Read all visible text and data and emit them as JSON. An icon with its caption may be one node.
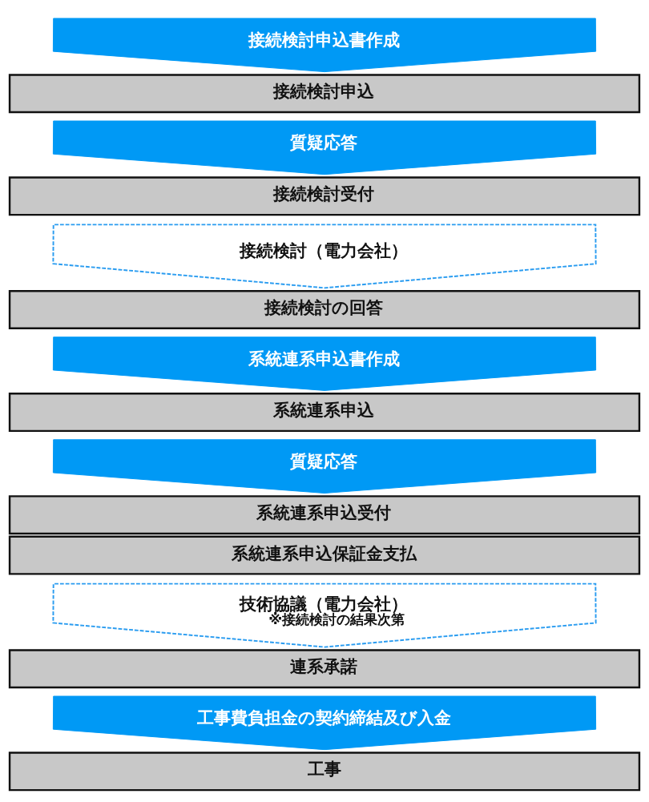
{
  "diagram": {
    "nodes": [
      {
        "text": [
          "接続検討申込書作成"
        ]
      },
      {
        "text": [
          "接続検討申込"
        ]
      },
      {
        "text": [
          "質疑応答"
        ]
      },
      {
        "text": [
          "接続検討受付"
        ]
      },
      {
        "text": [
          "接続検討（電力会社）"
        ]
      },
      {
        "text": [
          "接続検討の回答"
        ]
      },
      {
        "text": [
          "系統連系申込書作成"
        ]
      },
      {
        "text": [
          "系統連系申込"
        ]
      },
      {
        "text": [
          "質疑応答"
        ]
      },
      {
        "text": [
          "系統連系申込受付"
        ]
      },
      {
        "text": [
          "系統連系申込保証金支払"
        ]
      },
      {
        "text": [
          "技術協議（電力会社）",
          "※接続検討の結果次第"
        ]
      },
      {
        "text": [
          "連系承諾"
        ]
      },
      {
        "text": [
          "工事費負担金の契約締結及び入金"
        ]
      },
      {
        "text": [
          "工事"
        ]
      }
    ]
  }
}
